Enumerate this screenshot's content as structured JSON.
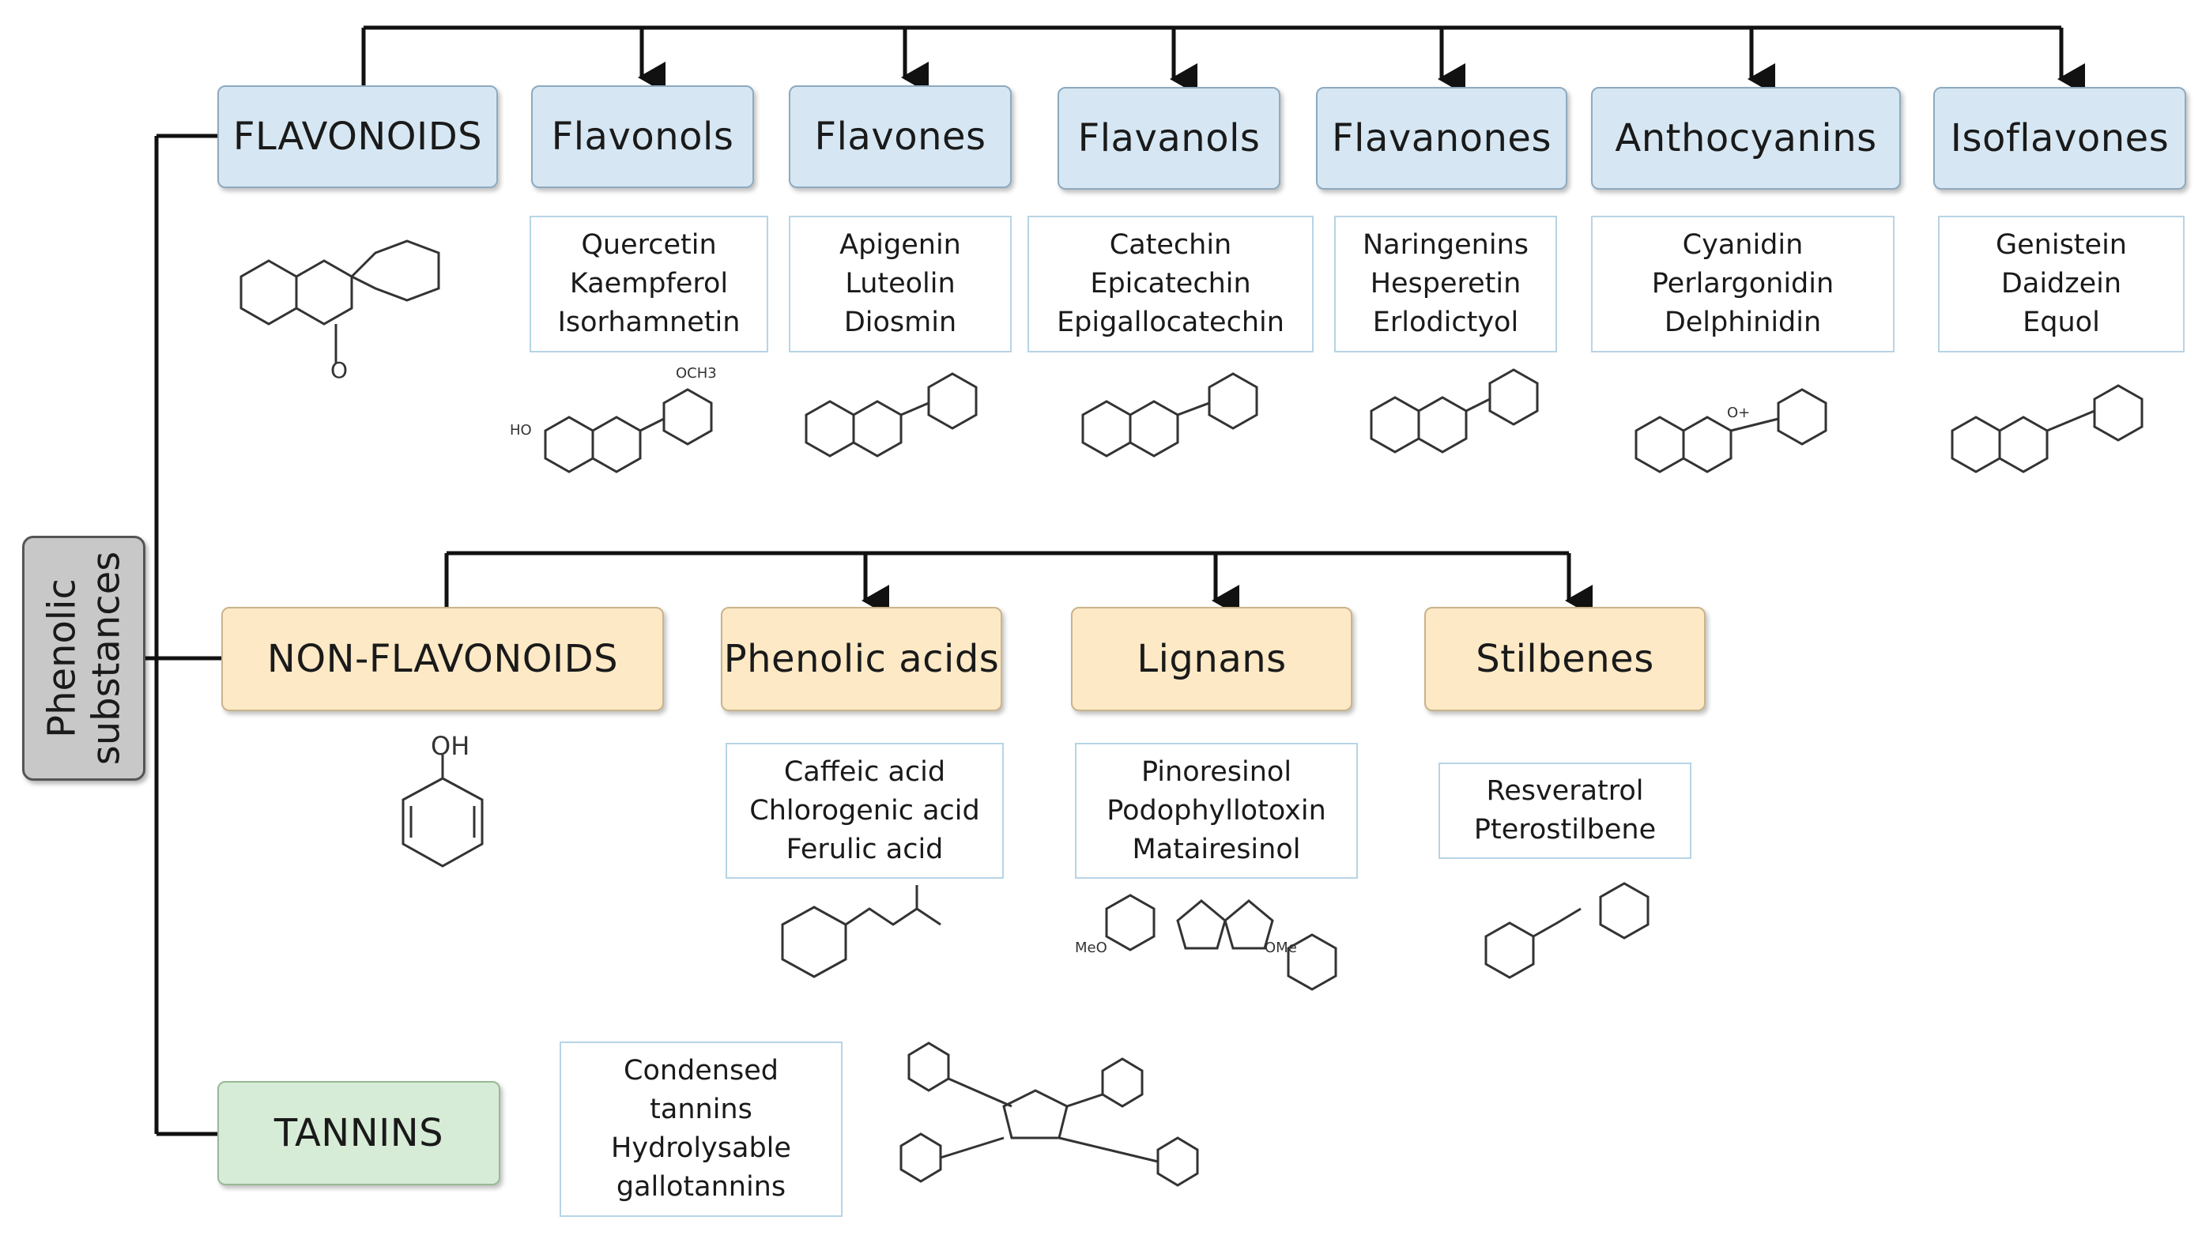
{
  "root": {
    "line1": "Phenolic",
    "line2": "substances"
  },
  "flavonoids": {
    "label": "FLAVONOIDS",
    "subclasses": [
      {
        "name": "Flavonols",
        "compounds": [
          "Quercetin",
          "Kaempferol",
          "Isorhamnetin"
        ]
      },
      {
        "name": "Flavones",
        "compounds": [
          "Apigenin",
          "Luteolin",
          "Diosmin"
        ]
      },
      {
        "name": "Flavanols",
        "compounds": [
          "Catechin",
          "Epicatechin",
          "Epigallocatechin"
        ]
      },
      {
        "name": "Flavanones",
        "compounds": [
          "Naringenins",
          "Hesperetin",
          "Erlodictyol"
        ]
      },
      {
        "name": "Anthocyanins",
        "compounds": [
          "Cyanidin",
          "Perlargonidin",
          "Delphinidin"
        ]
      },
      {
        "name": "Isoflavones",
        "compounds": [
          "Genistein",
          "Daidzein",
          "Equol"
        ]
      }
    ]
  },
  "non_flavonoids": {
    "label": "NON-FLAVONOIDS",
    "subclasses": [
      {
        "name": "Phenolic acids",
        "compounds": [
          "Caffeic acid",
          "Chlorogenic acid",
          "Ferulic acid"
        ]
      },
      {
        "name": "Lignans",
        "compounds": [
          "Pinoresinol",
          "Podophyllotoxin",
          "Matairesinol"
        ]
      },
      {
        "name": "Stilbenes",
        "compounds": [
          "Resveratrol",
          "Pterostilbene"
        ]
      }
    ]
  },
  "tannins": {
    "label": "TANNINS",
    "compounds": [
      "Condensed",
      "tannins",
      "Hydrolysable",
      "gallotannins"
    ]
  },
  "structure_labels": {
    "oh": "OH",
    "ho": "HO",
    "o": "O",
    "och3": "OCH3",
    "ome": "OMe",
    "meo": "MeO",
    "o_plus": "O+"
  },
  "colors": {
    "flavonoid_fill": "#d6e7f3",
    "non_flavonoid_fill": "#fde9c6",
    "tannin_fill": "#d7ecd6",
    "root_fill": "#c8c8c8",
    "connector": "#111111"
  }
}
